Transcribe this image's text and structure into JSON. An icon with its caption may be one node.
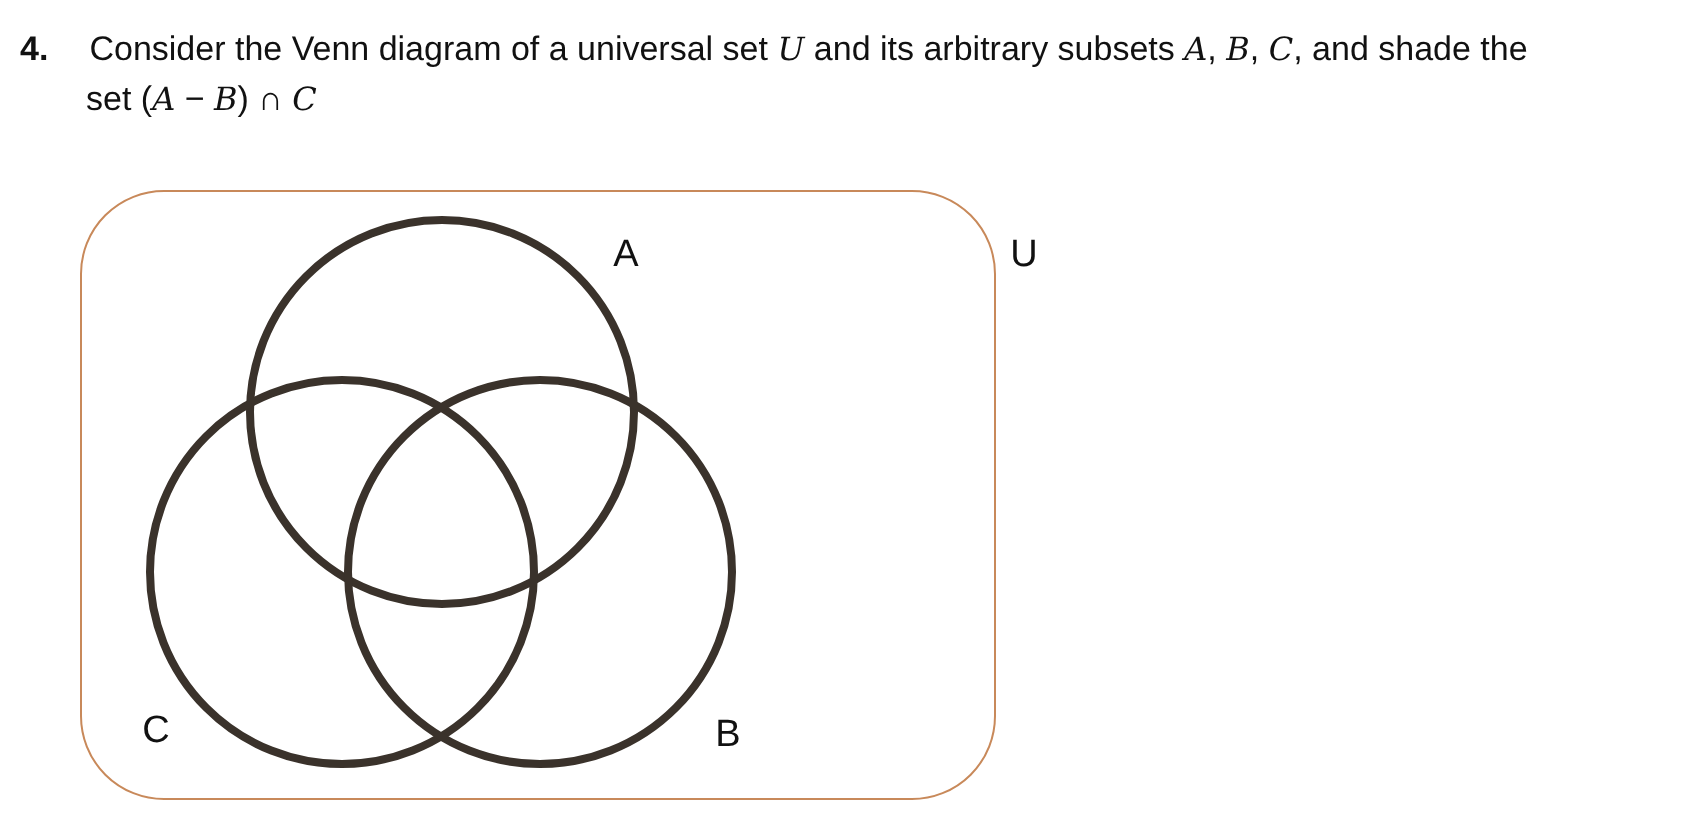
{
  "diagram": {
    "title": "**4.** Consider the Venn diagram of a universal set *U* and its arbitrary subsets *A*, *B*, *C*, and shade the set (*A* − *B*) ∩ *C*",
    "nodes": [
      {
        "text": [
          "U"
        ]
      },
      {
        "text": [
          "A"
        ],
        "in": 0
      },
      {
        "text": [
          "C"
        ],
        "in": 0
      },
      {
        "text": [
          "B"
        ],
        "in": 0
      }
    ]
  }
}
